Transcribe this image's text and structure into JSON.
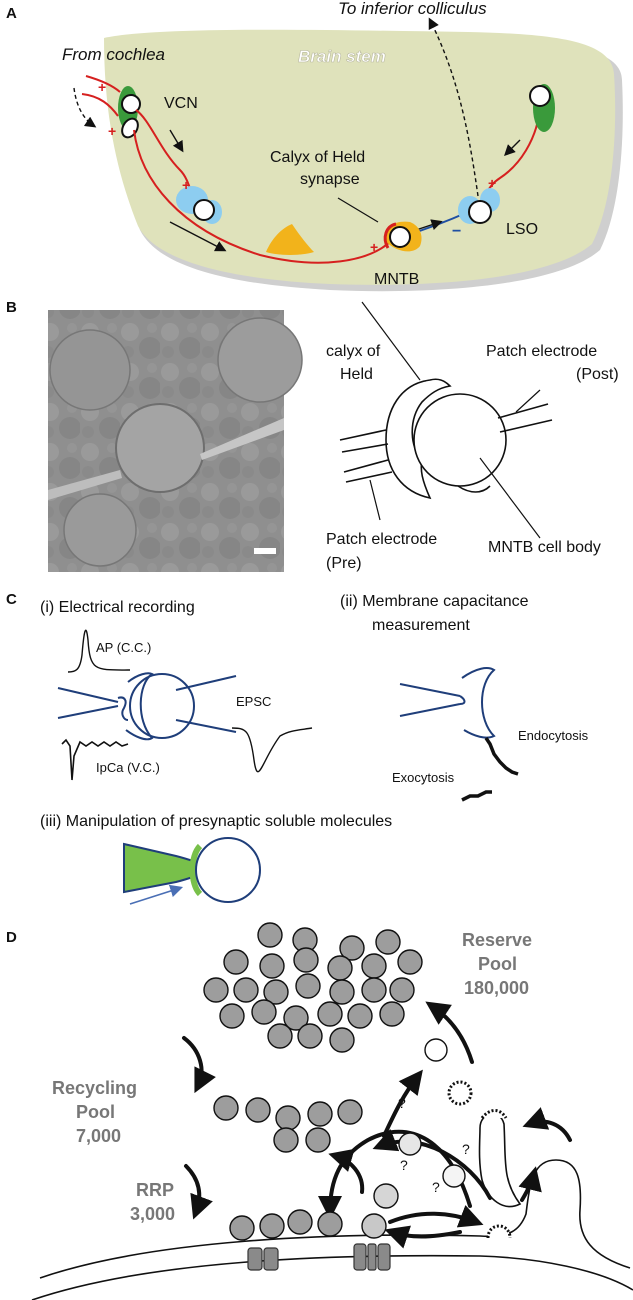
{
  "panels": {
    "a": "A",
    "b": "B",
    "c": "C",
    "d": "D"
  },
  "panel_a": {
    "brain_stem": "Brain stem",
    "from_cochlea": "From cochlea",
    "to_inferior_colliculus": "To inferior colliculus",
    "vcn": "VCN",
    "calyx_line1": "Calyx of Held",
    "calyx_line2": "synapse",
    "mntb": "MNTB",
    "lso": "LSO",
    "plus": "+",
    "minus": "−",
    "colors": {
      "tissue": "#dfe2bb",
      "axon_red": "#d6201f",
      "blue_neuron": "#8dcdf0",
      "mntb_orange": "#f2b31b",
      "green_neuron": "#3a9a3b"
    }
  },
  "panel_b": {
    "calyx_of_held_1": "calyx of",
    "calyx_of_held_2": "Held",
    "patch_post_1": "Patch electrode",
    "patch_post_2": "(Post)",
    "patch_pre_1": "Patch electrode",
    "patch_pre_2": "(Pre)",
    "mntb_cell_body": "MNTB cell body"
  },
  "panel_c": {
    "title_i": "(i) Electrical recording",
    "title_ii_1": "(ii) Membrane capacitance",
    "title_ii_2": "measurement",
    "ap": "AP (C.C.)",
    "epsc": "EPSC",
    "ipca": "IpCa (V.C.)",
    "exocytosis": "Exocytosis",
    "endocytosis": "Endocytosis",
    "title_iii": "(iii) Manipulation of presynaptic soluble molecules",
    "colors": {
      "electrode_blue": "#1f3e7a",
      "pipette_green": "#78c04a"
    }
  },
  "panel_d": {
    "reserve_1": "Reserve",
    "reserve_2": "Pool",
    "reserve_n": "180,000",
    "recycling_1": "Recycling",
    "recycling_2": "Pool",
    "recycling_n": "7,000",
    "rrp_1": "RRP",
    "rrp_n": "3,000",
    "question": "?",
    "colors": {
      "vesicle": "#9d9d9d",
      "pool_text": "#777777"
    }
  }
}
